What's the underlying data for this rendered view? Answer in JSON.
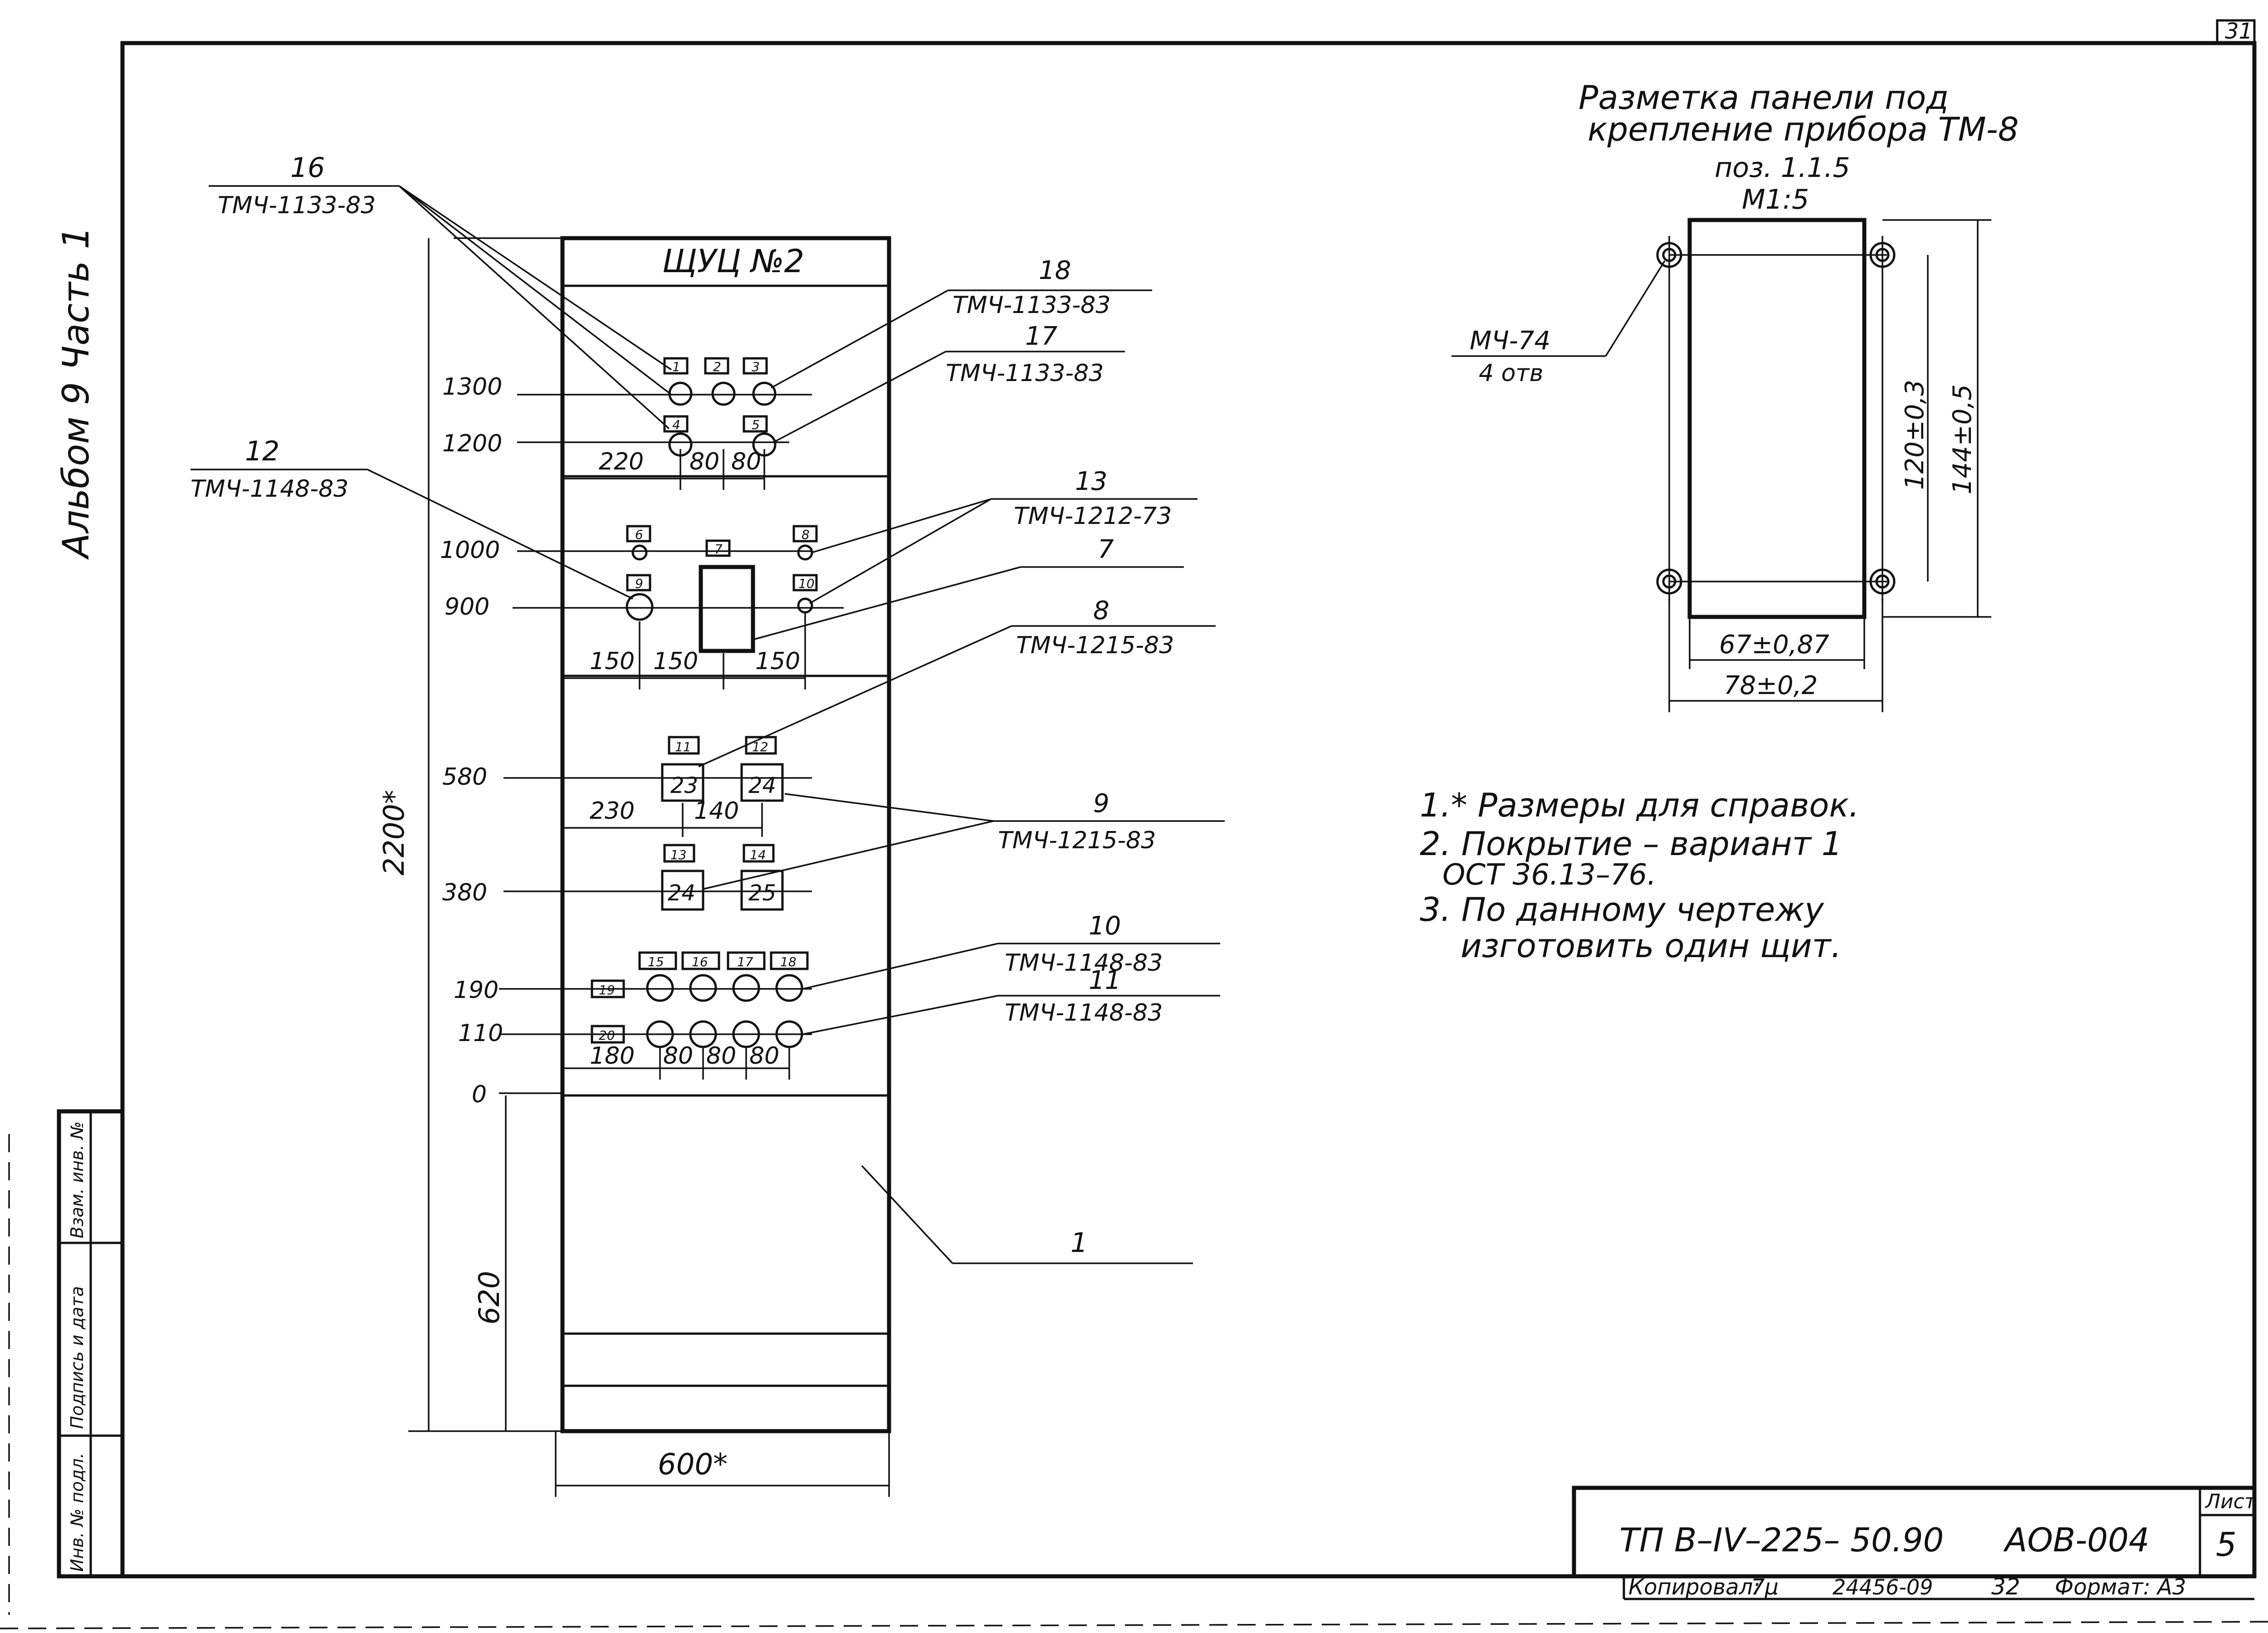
{
  "sheet": {
    "corner_number": "31",
    "side_album": "Альбом 9   Часть 1",
    "stamp_fields": [
      "Инв. № подл.",
      "Подпись и дата",
      "Взам. инв. №"
    ]
  },
  "panel": {
    "name": "ЩУЦ №2",
    "height_dim": "2200*",
    "width_dim": "600*",
    "bottom_dim": "620",
    "levels": [
      "1300",
      "1200",
      "1000",
      "900",
      "580",
      "380",
      "190",
      "110",
      "0"
    ],
    "tags": [
      "1",
      "2",
      "3",
      "4",
      "5",
      "6",
      "7",
      "8",
      "9",
      "10",
      "11",
      "12",
      "13",
      "14",
      "15",
      "16",
      "17",
      "18",
      "19",
      "20"
    ],
    "devices": [
      "23",
      "24",
      "24",
      "25"
    ],
    "h_dims": {
      "row1": [
        "220",
        "80",
        "80"
      ],
      "row2": [
        "150",
        "150",
        "150"
      ],
      "row3": [
        "230",
        "140"
      ],
      "row4": [
        "180",
        "80",
        "80",
        "80"
      ]
    }
  },
  "callouts": [
    {
      "num": "16",
      "code": "ТМЧ-1133-83"
    },
    {
      "num": "18",
      "code": "ТМЧ-1133-83"
    },
    {
      "num": "17",
      "code": "ТМЧ-1133-83"
    },
    {
      "num": "12",
      "code": "ТМЧ-1148-83"
    },
    {
      "num": "13",
      "code": "ТМЧ-1212-73"
    },
    {
      "num": "7",
      "code": ""
    },
    {
      "num": "8",
      "code": "ТМЧ-1215-83"
    },
    {
      "num": "9",
      "code": "ТМЧ-1215-83"
    },
    {
      "num": "10",
      "code": "ТМЧ-1148-83"
    },
    {
      "num": "11",
      "code": "ТМЧ-1148-83"
    },
    {
      "num": "1",
      "code": ""
    }
  ],
  "detail": {
    "title_l1": "Разметка панели под",
    "title_l2": "крепление прибора ТМ-8",
    "title_l3": "поз. 1.1.5",
    "scale": "М1:5",
    "hole_code": "МЧ-74",
    "hole_count": "4 отв",
    "dim_v1": "120±0,3",
    "dim_v2": "144±0,5",
    "dim_h1": "67±0,87",
    "dim_h2": "78±0,2"
  },
  "notes": [
    "1.* Размеры для справок.",
    "2. Покрытие – вариант 1",
    "ОСТ 36.13–76.",
    "3. По данному чертежу",
    "изготовить один щит."
  ],
  "title_block": {
    "designation": "ТП  В–IV–225– 50.90",
    "code": "АОВ-004",
    "sheet_label": "Лист",
    "sheet_num": "5"
  },
  "footer": {
    "copied": "Копировал:",
    "initials": "7µ",
    "order": "24456-09",
    "num": "32",
    "format": "Формат: А3"
  }
}
